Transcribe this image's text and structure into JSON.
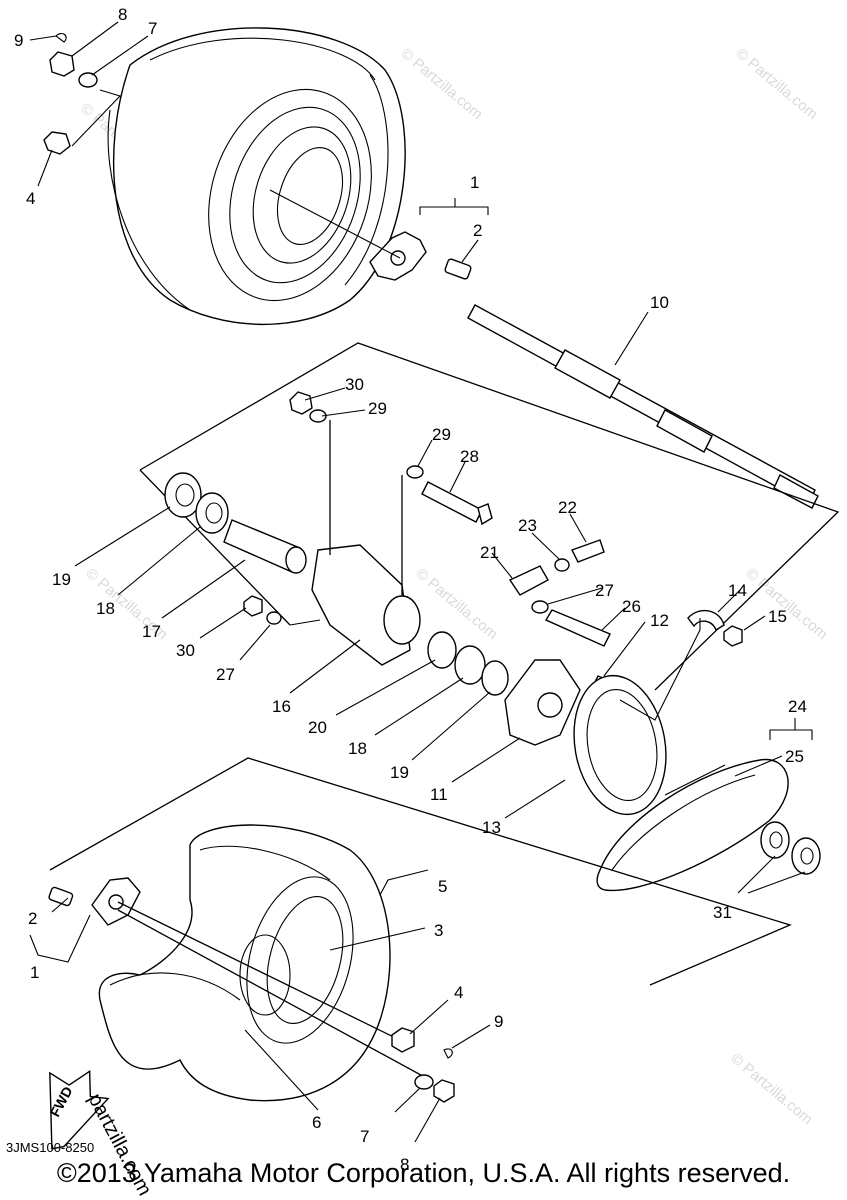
{
  "diagram": {
    "part_numbers": [
      "1",
      "2",
      "3",
      "4",
      "5",
      "6",
      "7",
      "8",
      "9",
      "10",
      "11",
      "12",
      "13",
      "14",
      "15",
      "16",
      "17",
      "18",
      "19",
      "20",
      "21",
      "22",
      "23",
      "24",
      "25",
      "26",
      "27",
      "28",
      "29",
      "30",
      "31"
    ],
    "fwd_label": "FWD",
    "drawing_code": "3JMS100-8250",
    "copyright": "©2013 Yamaha Motor Corporation, U.S.A. All rights reserved.",
    "watermark": "© Partzilla.com",
    "watermark_corner": "partzilla.com"
  }
}
